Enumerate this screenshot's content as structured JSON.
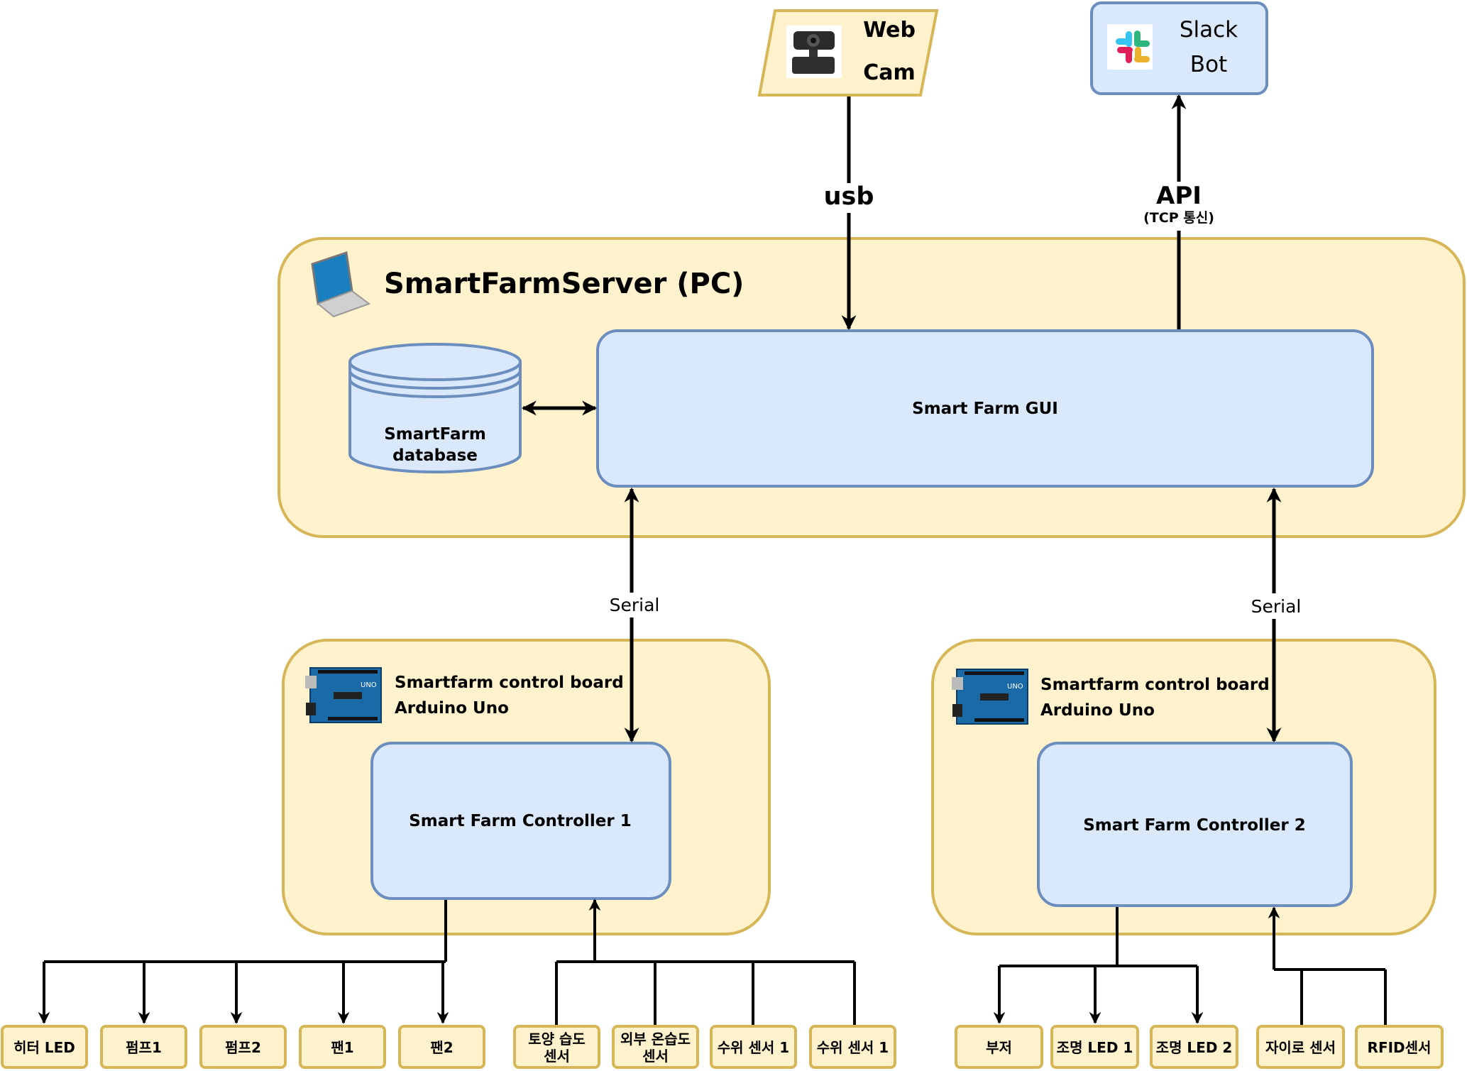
{
  "webcam": {
    "line1": "Web",
    "line2": "Cam",
    "icon": "webcam-icon"
  },
  "slack": {
    "line1": "Slack",
    "line2": "Bot",
    "icon": "slack-logo"
  },
  "links": {
    "usb": "usb",
    "api": "API",
    "api_sub": "(TCP 통신)",
    "serial_left": "Serial",
    "serial_right": "Serial"
  },
  "server": {
    "title": "SmartFarmServer (PC)",
    "icon": "laptop-icon",
    "database_line1": "SmartFarm",
    "database_line2": "database",
    "gui": "Smart Farm GUI"
  },
  "board1": {
    "title_line1": "Smartfarm control board",
    "title_line2": "Arduino Uno",
    "icon": "arduino-board-icon",
    "controller": "Smart Farm Controller 1"
  },
  "board2": {
    "title_line1": "Smartfarm control board",
    "title_line2": "Arduino Uno",
    "icon": "arduino-board-icon",
    "controller": "Smart Farm Controller 2"
  },
  "devices1_out": [
    "히터 LED",
    "펌프1",
    "펌프2",
    "팬1",
    "팬2"
  ],
  "devices1_in": [
    {
      "line1": "토양 습도",
      "line2": "센서"
    },
    {
      "line1": "외부 온습도",
      "line2": "센서"
    },
    {
      "line1": "수위 센서 1",
      "line2": ""
    },
    {
      "line1": "수위 센서 1",
      "line2": ""
    }
  ],
  "devices2_out": [
    "부저",
    "조명 LED 1",
    "조명 LED 2"
  ],
  "devices2_in": [
    "자이로 센서",
    "RFID센서"
  ],
  "colors": {
    "yellow_fill": "#fff2cc",
    "yellow_stroke": "#d6b656",
    "blue_fill": "#dae8fc",
    "blue_stroke": "#6c8ebf"
  }
}
